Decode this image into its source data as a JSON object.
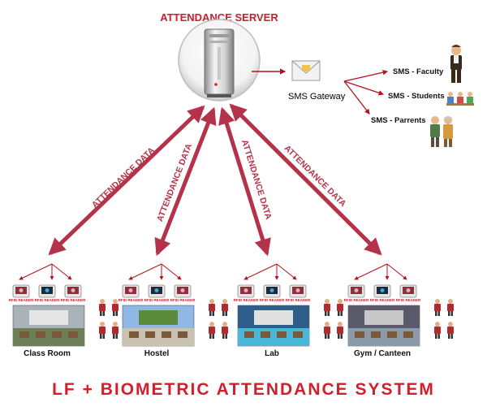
{
  "server": {
    "title": "ATTENDANCE SERVER",
    "icon": "server-tower-icon"
  },
  "sms": {
    "gateway_label": "SMS Gateway",
    "gateway_icon": "envelope-icon",
    "targets": [
      {
        "label": "SMS - Faculty",
        "icon": "teacher-icon"
      },
      {
        "label": "SMS - Students",
        "icon": "students-icon"
      },
      {
        "label": "SMS - Parrents",
        "icon": "parents-icon"
      }
    ]
  },
  "link_label": "ATTENDANCE DATA",
  "reader_label": "RFID READER",
  "locations": [
    {
      "label": "Class Room",
      "icon": "classroom-photo"
    },
    {
      "label": "Hostel",
      "icon": "hostel-building-photo"
    },
    {
      "label": "Lab",
      "icon": "laboratory-photo"
    },
    {
      "label": "Gym / Canteen",
      "icon": "gym-canteen-photo"
    }
  ],
  "footer_title": "LF + BIOMETRIC ATTENDANCE SYSTEM",
  "colors": {
    "accent": "#c8202e",
    "arrow": "#b5121b",
    "link_arrow": "#b4334a"
  }
}
